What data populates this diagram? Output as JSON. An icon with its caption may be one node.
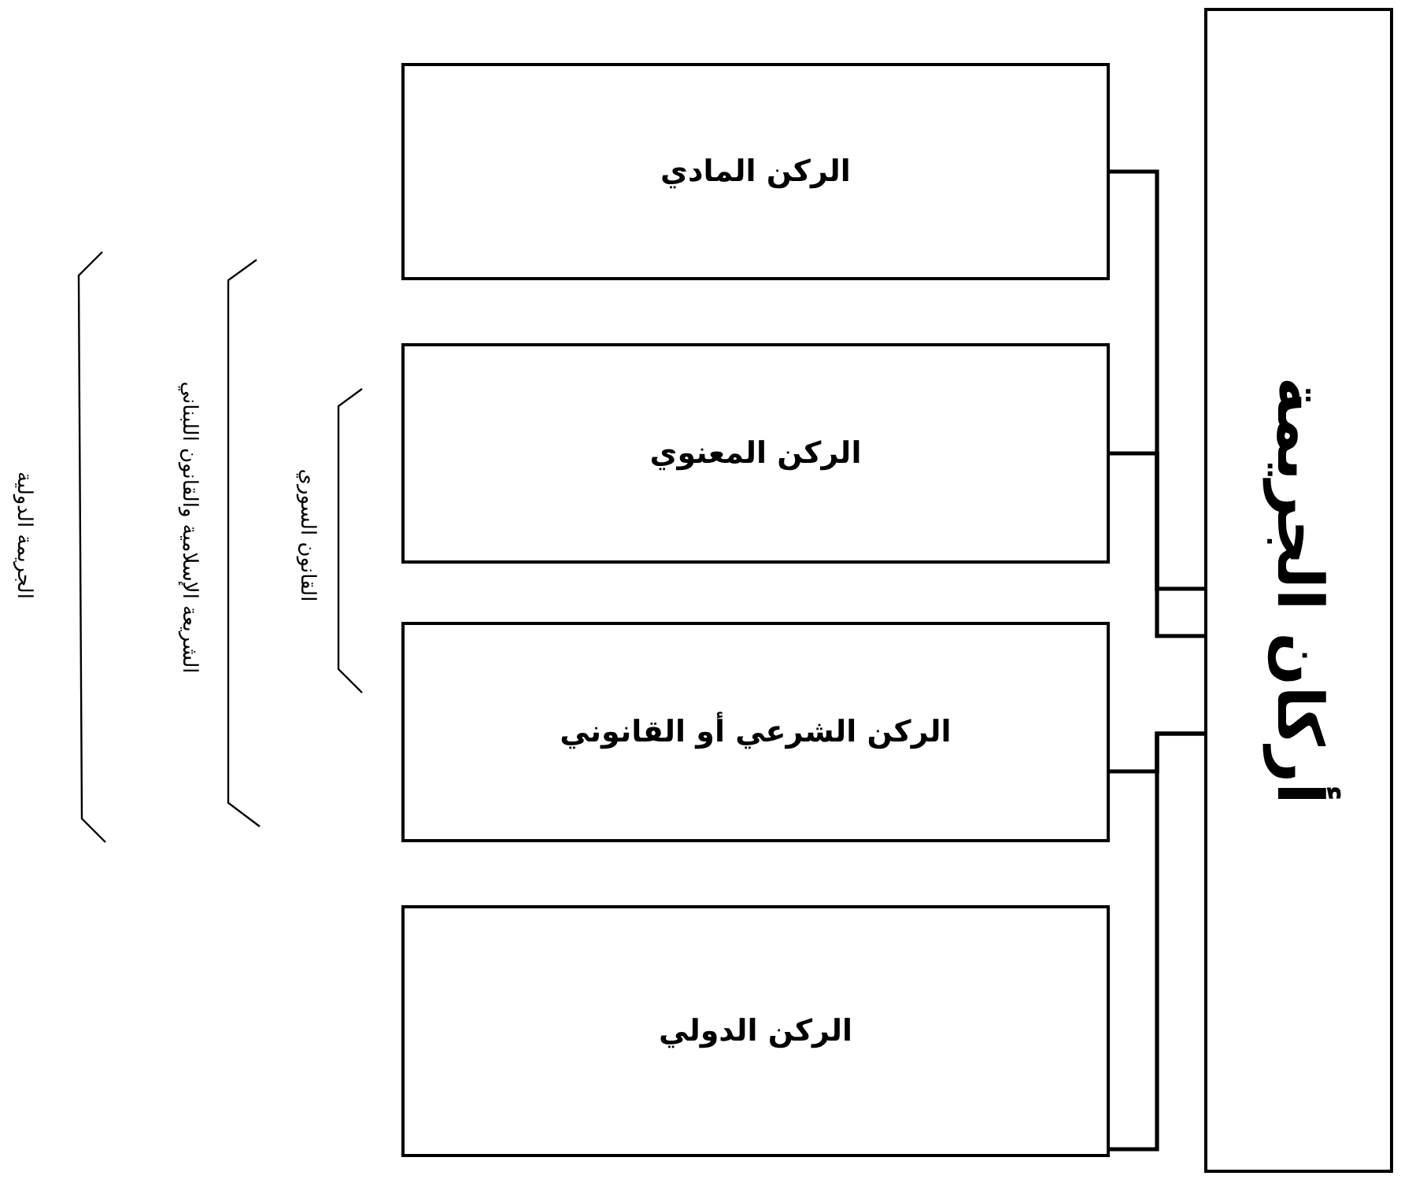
{
  "diagram": {
    "nodes": [
      {
        "text": [
          "أركان الجريمة"
        ]
      },
      {
        "text": [
          "الركن المادي"
        ]
      },
      {
        "text": [
          "الركن المعنوي"
        ]
      },
      {
        "text": [
          "الركن الشرعي أو القانوني"
        ]
      },
      {
        "text": [
          "الركن الدولي"
        ]
      }
    ],
    "edges": [
      {
        "from": 1,
        "to": 0,
        "arrow": "none"
      },
      {
        "from": 2,
        "to": 0,
        "arrow": "none"
      },
      {
        "from": 3,
        "to": 0,
        "arrow": "none"
      },
      {
        "from": 4,
        "to": 0,
        "arrow": "none"
      }
    ],
    "labels": [
      "القانون السوري",
      "الشريعة الإسلامية والقانون اللبناني",
      "الجريمة الدولية"
    ]
  }
}
